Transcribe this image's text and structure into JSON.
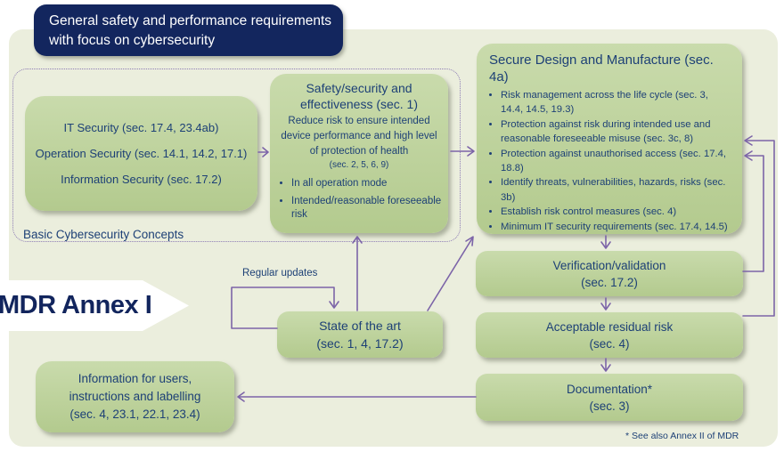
{
  "header": {
    "title_line1": "General safety and performance requirements",
    "title_line2": "with focus on cybersecurity"
  },
  "annex_banner": {
    "label": "MDR Annex I"
  },
  "concepts_group": {
    "label": "Basic Cybersecurity Concepts",
    "items": [
      "IT Security (sec. 17.4, 23.4ab)",
      "Operation Security (sec. 14.1, 14.2, 17.1)",
      "Information Security (sec. 17.2)"
    ]
  },
  "safety_box": {
    "title_line1": "Safety/security and",
    "title_line2": "effectiveness (sec. 1)",
    "body": "Reduce risk to ensure intended device performance and high level of protection of health",
    "body_ref": "(sec. 2, 5, 6, 9)",
    "bullets": [
      "In all operation mode",
      "Intended/reasonable foreseeable risk"
    ]
  },
  "secure_box": {
    "title": "Secure Design and Manufacture (sec. 4a)",
    "bullets": [
      "Risk management across the life cycle (sec. 3, 14.4, 14.5, 19.3)",
      "Protection against risk during intended use and reasonable foreseeable misuse (sec. 3c, 8)",
      "Protection against unauthorised access (sec. 17.4, 18.8)",
      "Identify threats, vulnerabilities, hazards, risks (sec. 3b)",
      "Establish risk control measures (sec. 4)",
      "Minimum IT security requirements (sec. 17.4, 14.5)"
    ]
  },
  "verification_box": {
    "line1": "Verification/validation",
    "line2": "(sec. 17.2)"
  },
  "acceptable_box": {
    "line1": "Acceptable residual risk",
    "line2": "(sec. 4)"
  },
  "documentation_box": {
    "line1": "Documentation*",
    "line2": "(sec. 3)"
  },
  "info_box": {
    "line1": "Information for users,",
    "line2": "instructions and  labelling",
    "line3": "(sec. 4, 23.1, 22.1, 23.4)"
  },
  "state_box": {
    "line1": "State of the art",
    "line2": "(sec. 1, 4, 17.2)"
  },
  "labels": {
    "regular_updates": "Regular updates",
    "footnote": "* See also Annex II of MDR"
  },
  "colors": {
    "navy_header": "#13265e",
    "text_navy": "#1d4076",
    "box_green": "#bcd29b",
    "panel_background": "#ebeedd",
    "arrow_purple": "#7c64a8"
  }
}
